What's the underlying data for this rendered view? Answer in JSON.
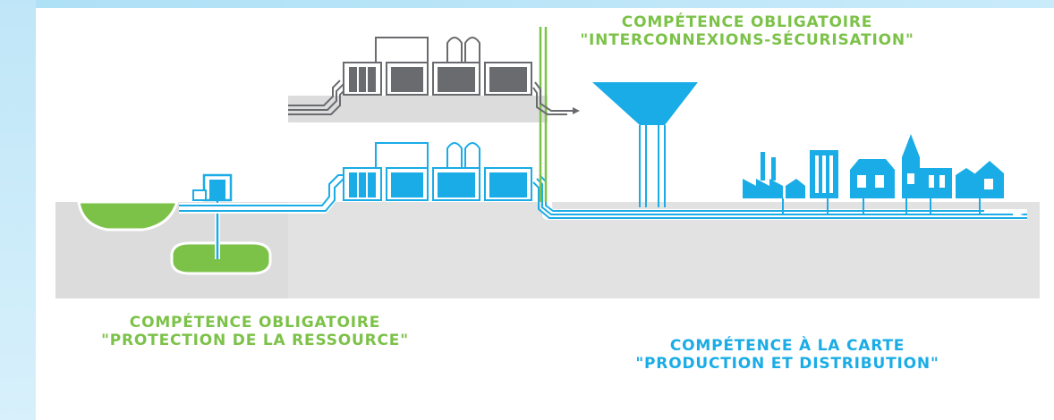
{
  "labels": {
    "interconnexions": {
      "line1": "COMPÉTENCE OBLIGATOIRE",
      "line2": "\"INTERCONNEXIONS-SÉCURISATION\""
    },
    "protection": {
      "line1": "COMPÉTENCE OBLIGATOIRE",
      "line2": "\"PROTECTION DE LA RESSOURCE\""
    },
    "production": {
      "line1": "COMPÉTENCE À LA CARTE",
      "line2": "\"PRODUCTION ET DISTRIBUTION\""
    }
  },
  "colors": {
    "green": "#7cc249",
    "blue": "#1aace6",
    "gray_dark": "#6a6b6e",
    "ground": "#dcdcdd",
    "ground_light": "#e6e6e7"
  },
  "icons": [
    "reservoir",
    "pump-station",
    "treatment-plant",
    "water-tower",
    "factory",
    "office-building",
    "house",
    "church",
    "flow-arrow"
  ]
}
